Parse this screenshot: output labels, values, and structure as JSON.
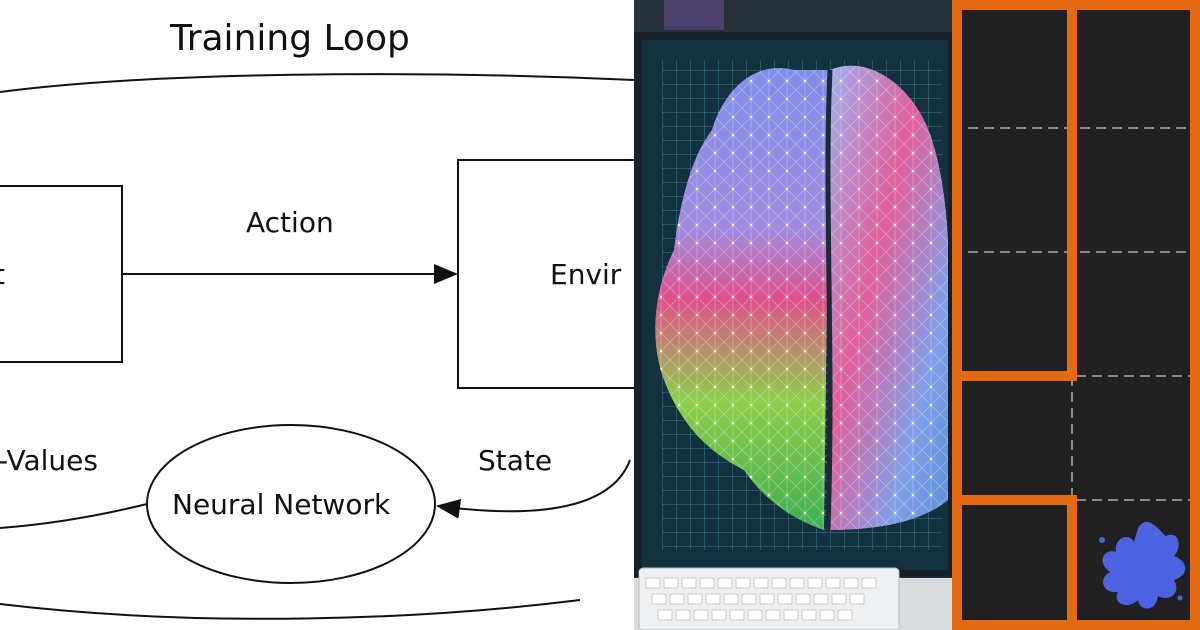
{
  "diagram": {
    "title": "Training Loop",
    "agent_label": "t",
    "environment_label": "Envir",
    "action_label": "Action",
    "state_label": "State",
    "qvalues_label": "-Values",
    "network_label": "Neural Network"
  },
  "colors": {
    "maze_wall": "#e26a12",
    "maze_bg": "#202020",
    "splat": "#4b63e0",
    "brain_green": "#5fbf3f",
    "brain_pink": "#e0508a",
    "brain_blue": "#7f8fe8"
  }
}
